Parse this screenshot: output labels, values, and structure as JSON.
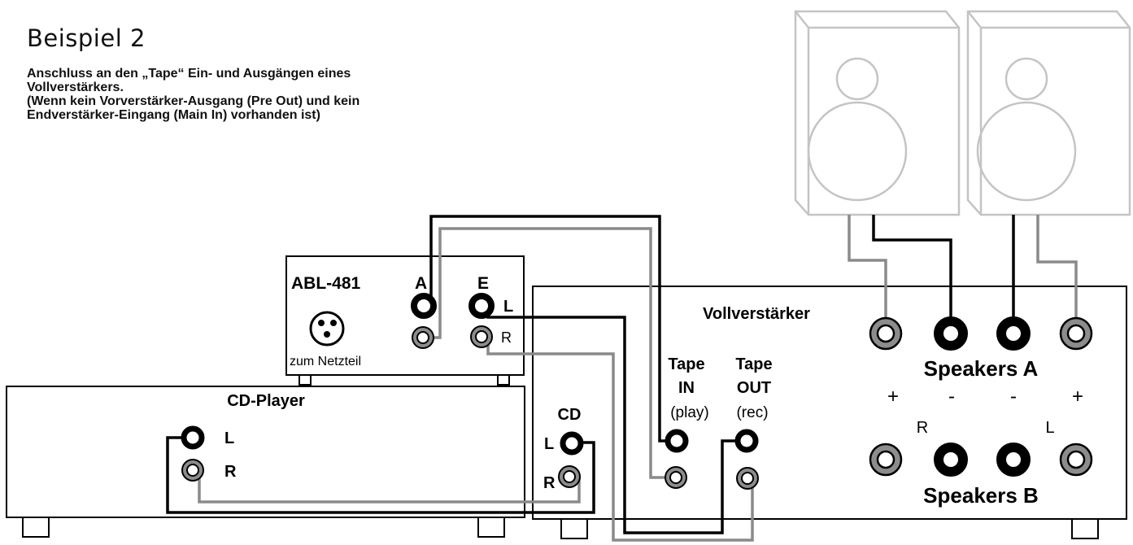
{
  "title": "Beispiel 2",
  "description": {
    "line1": "Anschluss an den „Tape“ Ein- und Ausgängen eines",
    "line2": "Vollverstärkers.",
    "line3": "(Wenn kein Vorverstärker-Ausgang (Pre Out) und kein",
    "line4": "Endverstärker-Eingang (Main In) vorhanden ist)"
  },
  "abl": {
    "name": "ABL-481",
    "out_label": "A",
    "in_label": "E",
    "left": "L",
    "right": "R",
    "power": "zum Netzteil"
  },
  "cd_player": {
    "name": "CD-Player",
    "left": "L",
    "right": "R"
  },
  "amplifier": {
    "name": "Vollverstärker",
    "cd_label": "CD",
    "cd_left": "L",
    "cd_right": "R",
    "tape_in": [
      "Tape",
      "IN",
      "(play)"
    ],
    "tape_out": [
      "Tape",
      "OUT",
      "(rec)"
    ],
    "speakers_a": "Speakers A",
    "speakers_b": "Speakers B",
    "plus": "+",
    "minus": "-",
    "right": "R",
    "left": "L"
  },
  "colors": {
    "line": "#000000",
    "gray_cable": "#8a8a8a",
    "speaker_outline": "#c4c4c4",
    "gray_jack": "#8c8c8c"
  }
}
